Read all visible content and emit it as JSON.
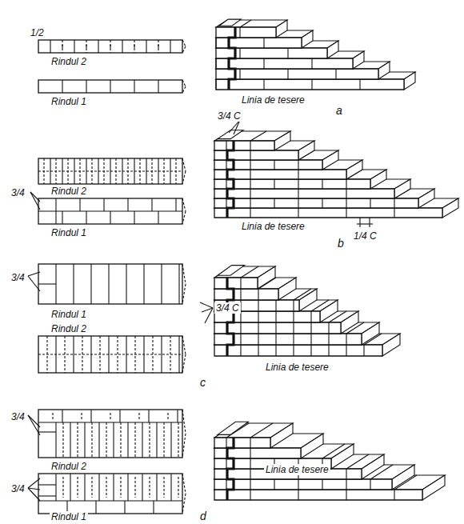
{
  "diagram": {
    "labels": [
      "1/2",
      "Rindul 2",
      "Rindul 1",
      "Linia de tesere",
      "a",
      "3/4 C",
      "Rindul 2",
      "3/4",
      "Rindul 1",
      "Linia de tesere",
      "1/4 C",
      "b",
      "3/4",
      "Rindul 1",
      "3/4 C",
      "Rindul 2",
      "Linia de tesere",
      "c",
      "3/4",
      "Rindul 2",
      "3/4",
      "Rindul 1",
      "Linia de tesere",
      "d"
    ]
  }
}
